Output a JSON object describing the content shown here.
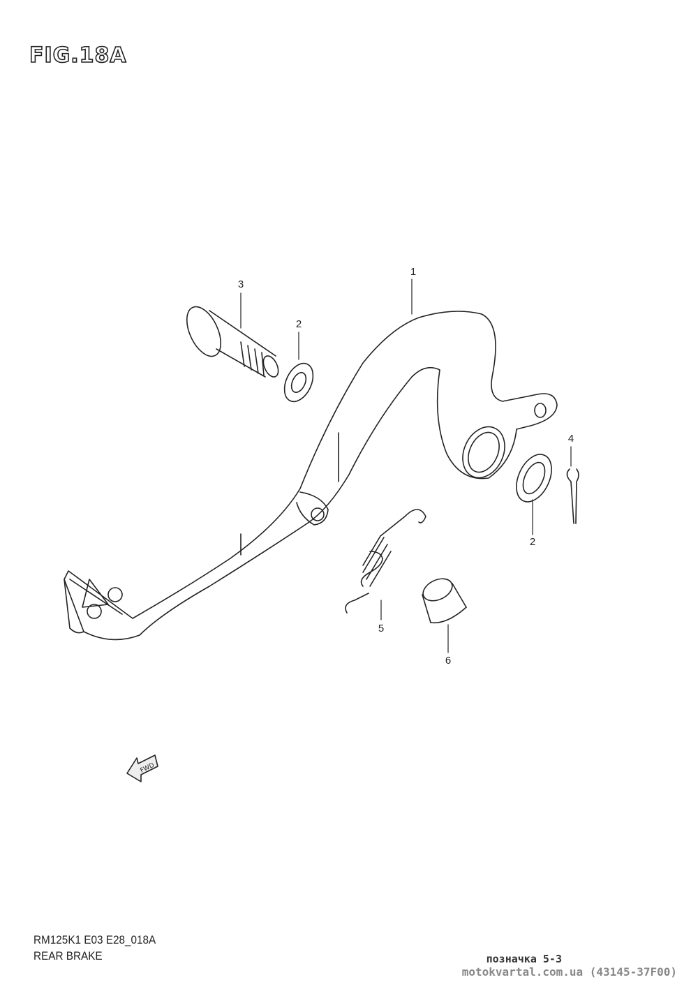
{
  "figure": {
    "label": "FIG.18A"
  },
  "callouts": [
    {
      "num": "1",
      "part": "pedal"
    },
    {
      "num": "2",
      "part": "washer-left"
    },
    {
      "num": "3",
      "part": "pivot-bolt"
    },
    {
      "num": "4",
      "part": "cotter-pin"
    },
    {
      "num": "2",
      "part": "seal-right"
    },
    {
      "num": "5",
      "part": "spring"
    },
    {
      "num": "6",
      "part": "bushing"
    }
  ],
  "direction_marker": "FWD",
  "footer": {
    "model_code": "RM125K1 E03 E28_018A",
    "section_title": "REAR BRAKE",
    "marking": "позначка 5-3",
    "site": "motokvartal.com.ua (43145-37F00)"
  }
}
